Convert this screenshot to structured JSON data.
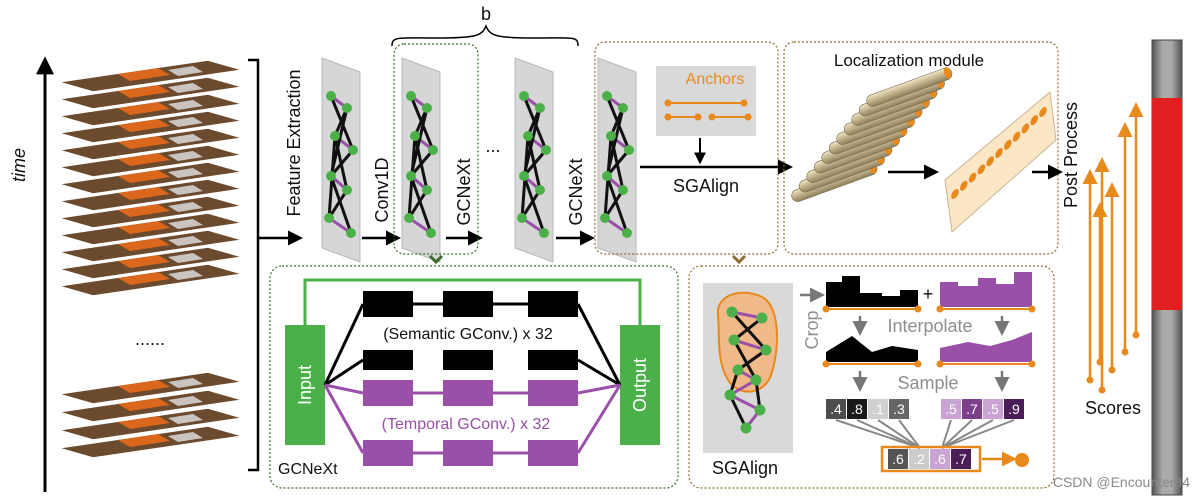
{
  "diagram": {
    "time_label": "time",
    "ellipsis_frames": "......",
    "feature_extraction": "Feature Extraction",
    "conv1d": "Conv1D",
    "gcnext_1": "GCNeXt",
    "gcnext_2": "GCNeXt",
    "dots": "...",
    "bracket_b": "b",
    "anchors": "Anchors",
    "sgalign": "SGAlign",
    "localization_module": "Localization module",
    "post_process": "Post Process",
    "scores": "Scores",
    "gcnext_box": {
      "title": "GCNeXt",
      "input": "Input",
      "output": "Output",
      "semantic": "(Semantic  GConv.) x 32",
      "temporal": "(Temporal GConv.) x 32"
    },
    "sgalign_box": {
      "title": "SGAlign",
      "crop": "Crop",
      "plus": "+",
      "interpolate": "Interpolate",
      "sample": "Sample",
      "left_values": [
        ".4",
        ".8",
        ".1",
        ".3"
      ],
      "right_values": [
        ".5",
        ".7",
        ".5",
        ".9"
      ],
      "merged_values": [
        ".6",
        ".2",
        ".6",
        ".7"
      ]
    },
    "watermark": "CSDN @Encounter84"
  },
  "colors": {
    "green": "#4cb04a",
    "purple": "#9a4fa8",
    "orange": "#e8891c",
    "red": "#e02020",
    "panel_grey": "#dedede"
  }
}
